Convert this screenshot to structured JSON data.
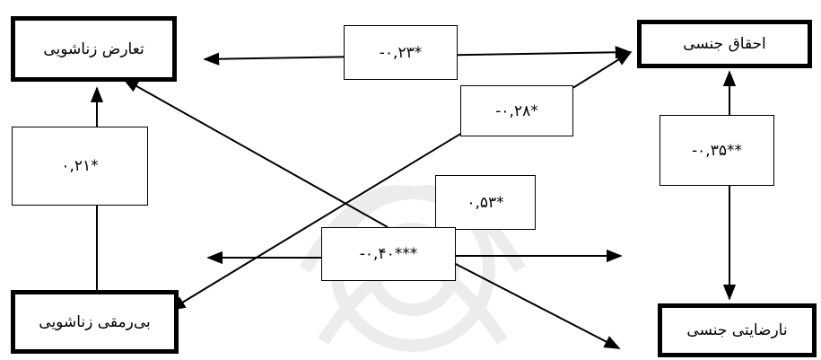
{
  "nodes": {
    "marital_conflict": "تعارض زناشویی",
    "sexual_entitlement": "احقاق جنسی",
    "marital_burnout": "بی‌رمقی زناشویی",
    "sexual_dissatisfaction": "نارضایتی جنسی"
  },
  "coefficients": {
    "conflict_entitlement": "-۰,۲۳*",
    "burnout_entitlement": "-۰,۲۸*",
    "burnout_conflict": "۰,۲۱*",
    "entitlement_dissatisfaction": "-۰,۳۵**",
    "conflict_dissatisfaction": "-۰,۴۰***",
    "extra": "۰,۵۳*"
  }
}
